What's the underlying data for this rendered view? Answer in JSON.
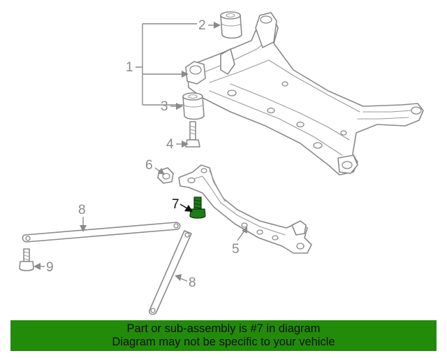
{
  "colors": {
    "banner_bg": "#228B0A",
    "highlight_part": "#1e7d16",
    "line": "#8a8a8a",
    "text": "#111111"
  },
  "callouts": {
    "c1": "1",
    "c2": "2",
    "c3": "3",
    "c4": "4",
    "c5": "5",
    "c6": "6",
    "c7": "7",
    "c8a": "8",
    "c8b": "8",
    "c9": "9"
  },
  "highlighted_part": "7",
  "banner": {
    "line1": "Part or sub-assembly is #7 in diagram",
    "line2": "Diagram may not be specific to your vehicle"
  }
}
